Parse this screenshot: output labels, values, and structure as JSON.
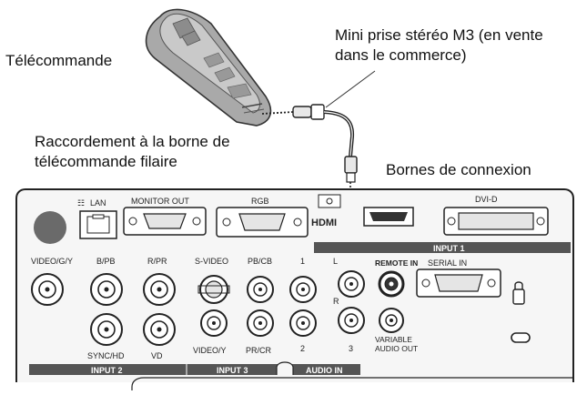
{
  "callouts": {
    "remote": "Télécommande",
    "plug_line1": "Mini prise stéréo M3 (en vente",
    "plug_line2": "dans le commerce)",
    "wired_line1": "Raccordement à la borne de",
    "wired_line2": "télécommande filaire",
    "terminals": "Bornes de connexion"
  },
  "panel": {
    "lan": "LAN",
    "monitor_out": "MONITOR OUT",
    "rgb": "RGB",
    "hdmi": "HDMI",
    "dvi_d": "DVI-D",
    "input1": "INPUT 1",
    "video_gy": "VIDEO/G/Y",
    "b_pb": "B/PB",
    "r_pr": "R/PR",
    "sync_hd": "SYNC/HD",
    "vd": "VD",
    "input2": "INPUT 2",
    "s_video": "S-VIDEO",
    "pb_cb": "PB/CB",
    "video_y": "VIDEO/Y",
    "pr_cr": "PR/CR",
    "input3": "INPUT 3",
    "audio_1": "1",
    "audio_l": "L",
    "audio_r": "R",
    "audio_2": "2",
    "audio_3": "3",
    "audio_in": "AUDIO IN",
    "remote_in": "REMOTE IN",
    "serial_in": "SERIAL IN",
    "variable": "VARIABLE",
    "audio_out": "AUDIO OUT"
  }
}
